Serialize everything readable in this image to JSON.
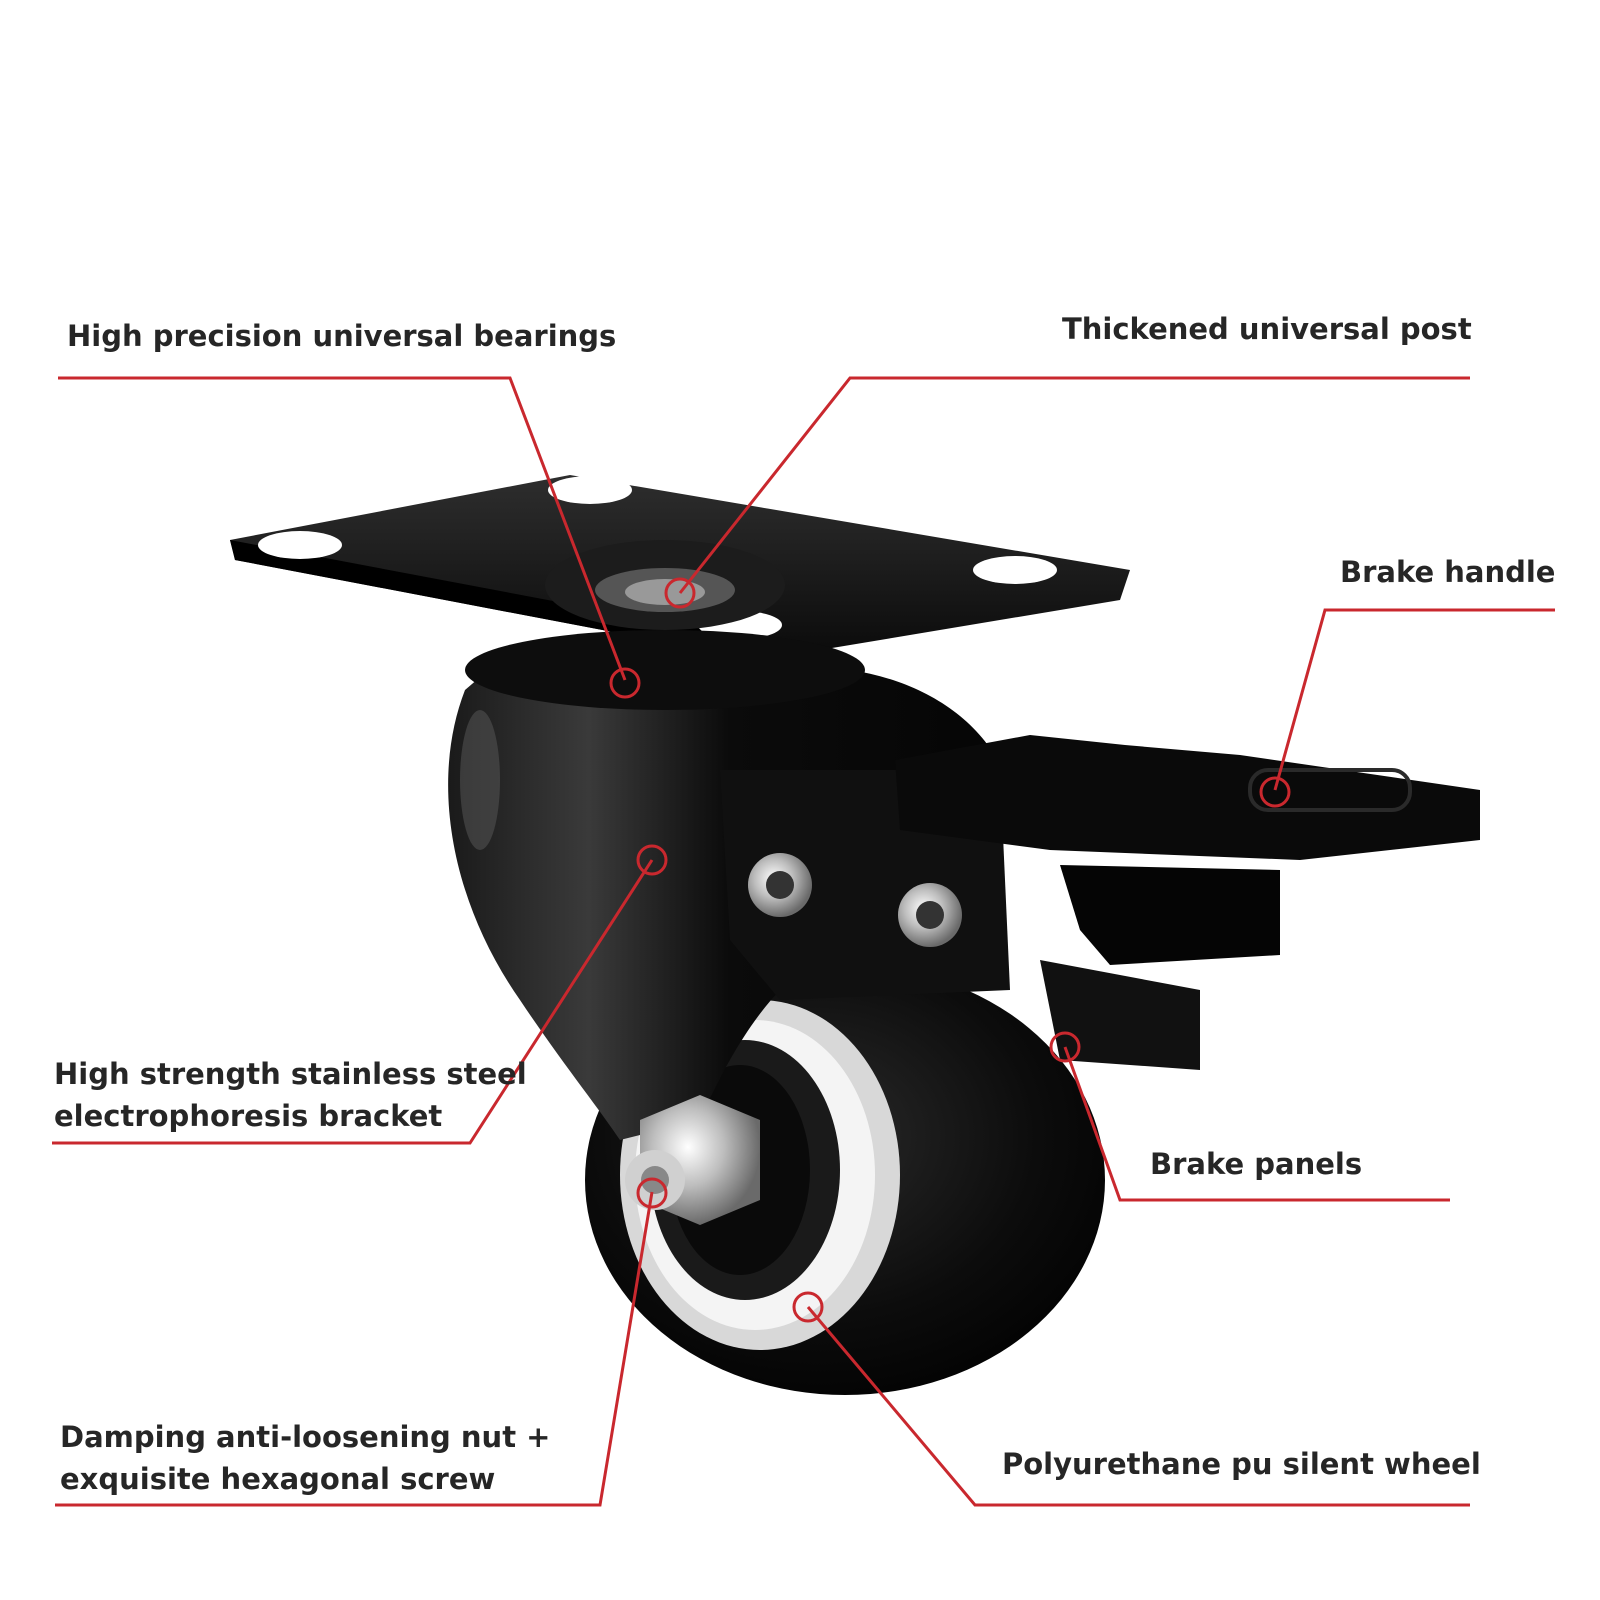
{
  "theme": {
    "leader_color": "#c9282e",
    "text_color": "#262626",
    "metal_dark": "#0b0b0b"
  },
  "callouts": {
    "bearings": "High precision universal bearings",
    "post": "Thickened universal post",
    "brake_handle": "Brake handle",
    "bracket_1": "High strength stainless steel",
    "bracket_2": "electrophoresis bracket",
    "brake_panels": "Brake panels",
    "nut_1": "Damping anti-loosening nut +",
    "nut_2": "exquisite hexagonal screw",
    "wheel": "Polyurethane pu silent wheel"
  }
}
